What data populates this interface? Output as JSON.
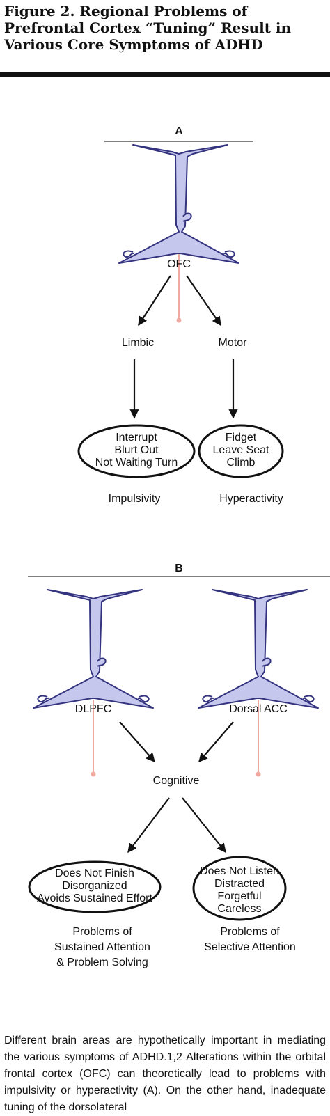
{
  "figure_title": "Figure 2. Regional Problems of Prefrontal Cortex “Tuning” Result in Various Core Symptoms of ADHD",
  "panel_a": {
    "letter": "A",
    "neuron_label": "OFC",
    "left_branch": "Limbic",
    "right_branch": "Motor",
    "left_box": [
      "Interrupt",
      "Blurt Out",
      "Not Waiting Turn"
    ],
    "right_box": [
      "Fidget",
      "Leave Seat",
      "Climb"
    ],
    "left_outcome": "Impulsivity",
    "right_outcome": "Hyperactivity"
  },
  "panel_b": {
    "letter": "B",
    "left_neuron_label": "DLPFC",
    "right_neuron_label": "Dorsal ACC",
    "center_label": "Cognitive",
    "left_box": [
      "Does Not Finish",
      "Disorganized",
      "Avoids Sustained Effort"
    ],
    "right_box": [
      "Does Not Listen",
      "Distracted",
      "Forgetful",
      "Careless"
    ],
    "left_outcome": [
      "Problems of",
      "Sustained Attention",
      "& Problem Solving"
    ],
    "right_outcome": [
      "Problems of",
      "Selective Attention"
    ]
  },
  "caption": "Different brain areas are hypothetically important in mediating the various symptoms of ADHD.1,2 Alterations within the orbital frontal cortex (OFC) can theoretically lead to problems with impulsivity or hyperactivity (A). On the other hand, inadequate tuning of the dorsolateral",
  "colors": {
    "neuron_fill": "#c5c8ec",
    "neuron_stroke": "#34337f",
    "axon": "#f0a9a0",
    "rule": "#111111"
  }
}
